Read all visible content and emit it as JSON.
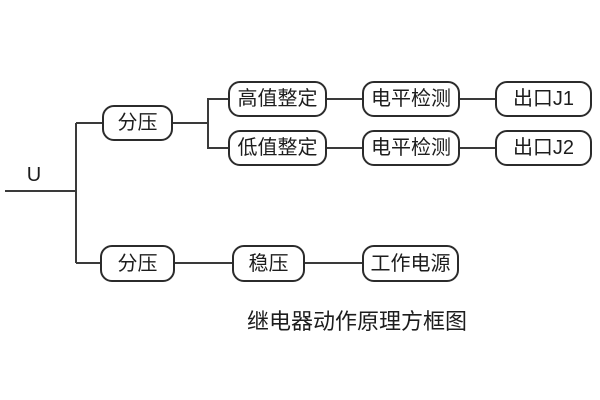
{
  "diagram": {
    "input_label": "U",
    "caption": "继电器动作原理方框图",
    "boxes": {
      "divider_top": "分压",
      "high_set": "高值整定",
      "low_set": "低值整定",
      "level_detect_1": "电平检测",
      "level_detect_2": "电平检测",
      "outlet_j1": "出口J1",
      "outlet_j2": "出口J2",
      "divider_bottom": "分压",
      "regulator": "稳压",
      "working_power": "工作电源"
    },
    "colors": {
      "line": "#3a3a3a",
      "box_border": "#2b2b2b",
      "text": "#1d1d1d",
      "background": "#ffffff"
    }
  }
}
